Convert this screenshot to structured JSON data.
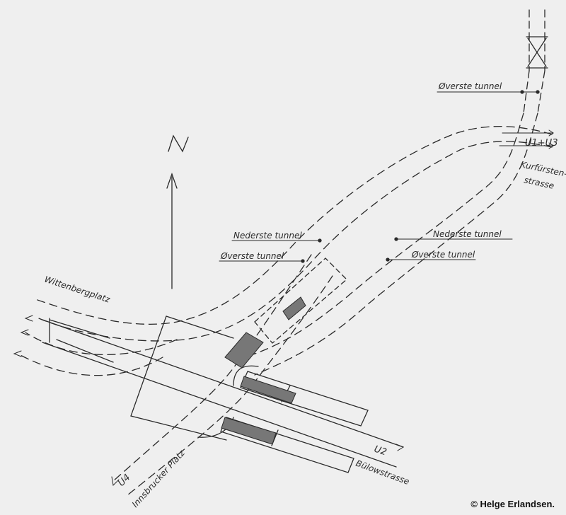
{
  "north": "N",
  "labels": {
    "overste_tunnel_top": "Øverste tunnel",
    "u1_u3": "U1+U3",
    "kurfursten_line1": "Kurfürsten-",
    "kurfursten_line2": "strasse",
    "nederste_left": "Nederste tunnel",
    "overste_left": "Øverste tunnel",
    "nederste_right": "Nederste tunnel",
    "overste_right": "Øverste tunnel",
    "wittenbergplatz": "Wittenbergplatz",
    "u2": "U2",
    "bulowstrasse": "Bülowstrasse",
    "u4": "U4",
    "innsbrucker": "Innsbrucker Platz"
  },
  "credit": "© Helge Erlandsen."
}
